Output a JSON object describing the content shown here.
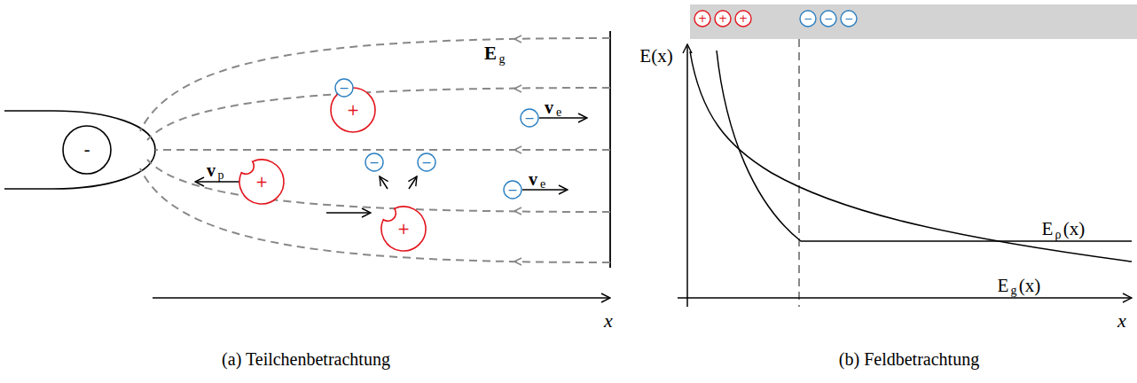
{
  "diagram": {
    "nodes": [
      {
        "text": [
          "-"
        ]
      },
      {
        "text": [
          "+"
        ]
      },
      {
        "text": [
          "−"
        ]
      },
      {
        "text": [
          "−"
        ]
      },
      {
        "text": [
          "−"
        ]
      },
      {
        "text": [
          "−"
        ]
      },
      {
        "text": [
          "+"
        ]
      },
      {
        "text": [
          "−"
        ]
      },
      {
        "text": [
          "+"
        ]
      },
      {
        "text": [
          "+"
        ]
      },
      {
        "text": [
          "+"
        ]
      },
      {
        "text": [
          "+"
        ]
      },
      {
        "text": [
          "−"
        ]
      },
      {
        "text": [
          "−"
        ]
      },
      {
        "text": [
          "−"
        ]
      }
    ],
    "labels": [
      "E",
      "g",
      "v",
      "e",
      "v",
      "p",
      "v",
      "e",
      "x",
      "(a) Teilchenbetrachtung",
      "E(x)",
      "E",
      "ρ",
      "(x)",
      "E",
      "g",
      "(x)",
      "x",
      "(b) Feldbetrachtung"
    ]
  }
}
